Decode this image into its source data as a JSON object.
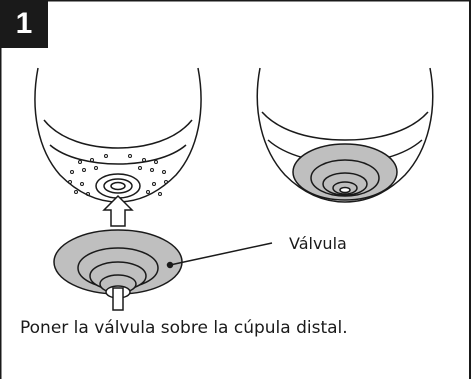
{
  "step": {
    "number": "1"
  },
  "callout": {
    "label": "Válvula"
  },
  "caption": {
    "text": "Poner la válvula sobre la cúpula distal."
  },
  "colors": {
    "frame": "#1a1a1a",
    "valve_fill": "#bfbfbf",
    "outline": "#1a1a1a"
  }
}
